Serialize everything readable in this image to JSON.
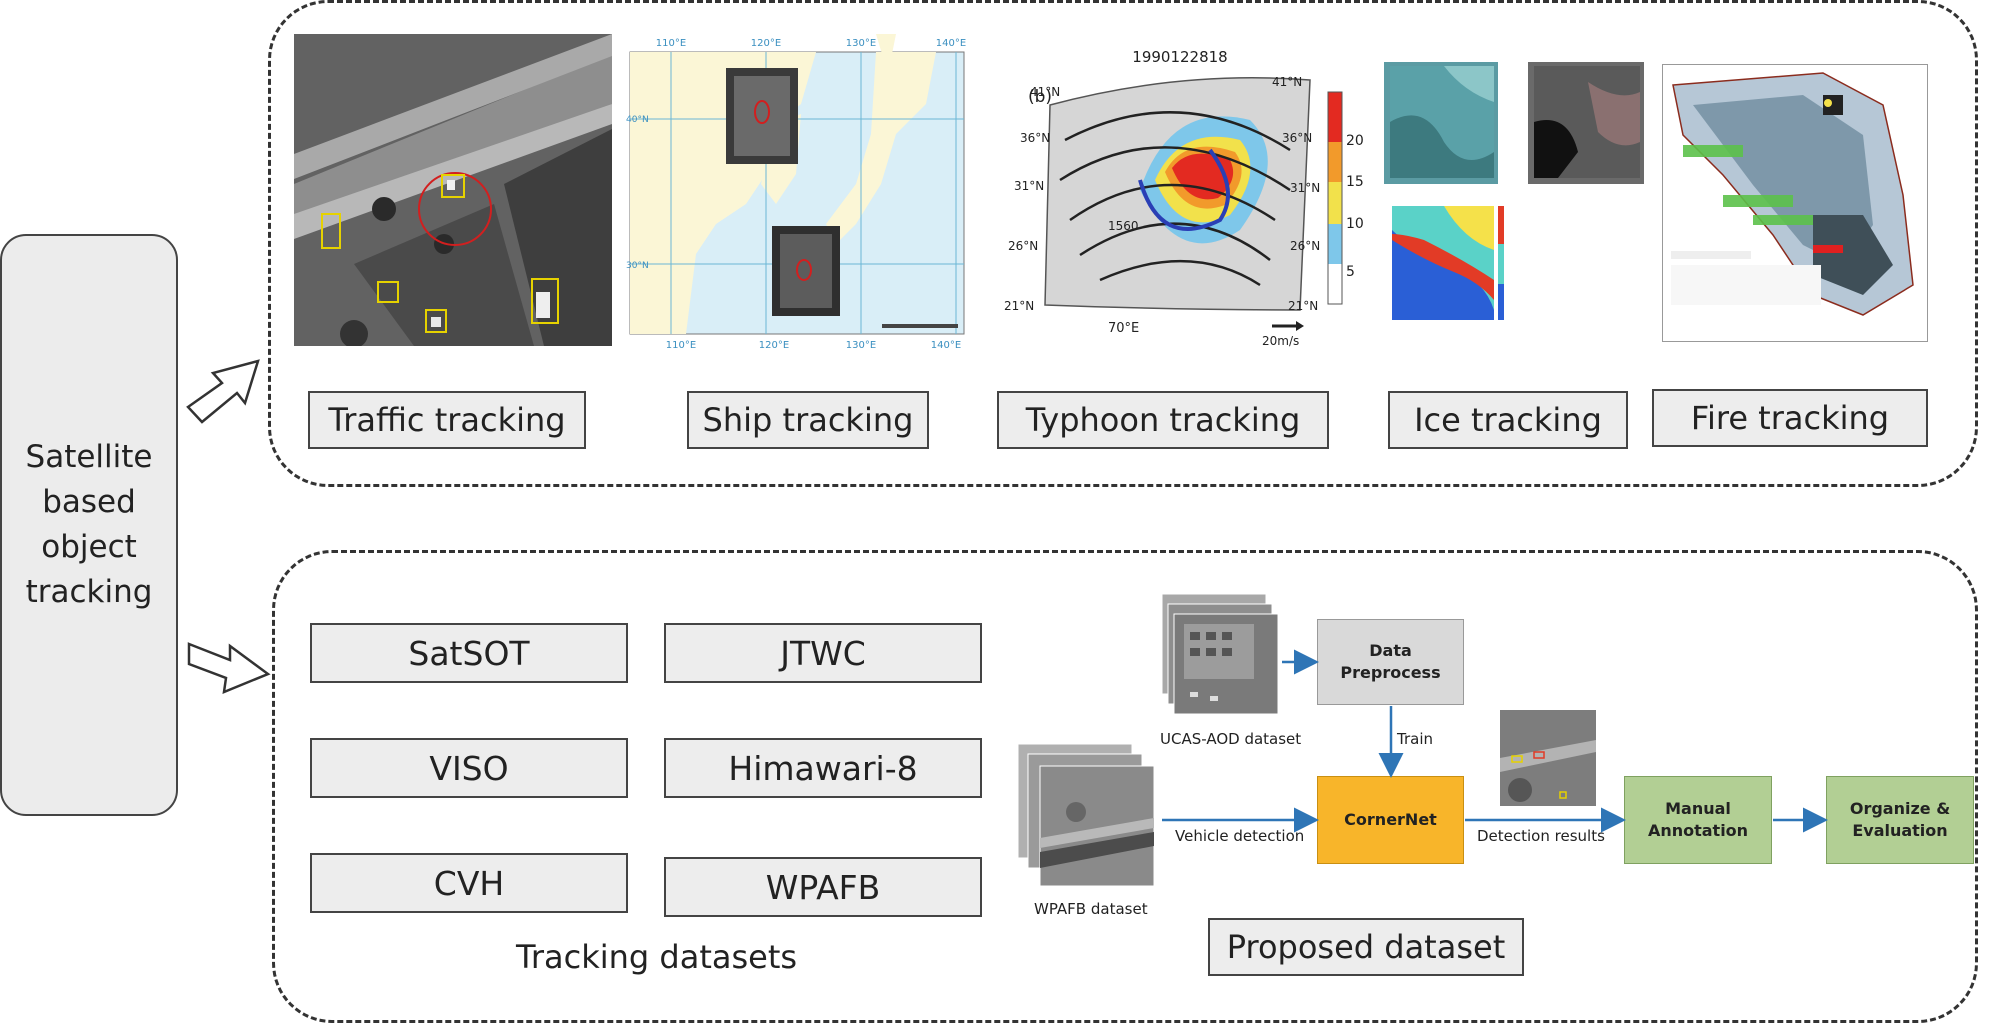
{
  "root": {
    "label": "Satellite\nbased\nobject\ntracking"
  },
  "applications": {
    "items": [
      "Traffic tracking",
      "Ship tracking",
      "Typhoon tracking",
      "Ice tracking",
      "Fire tracking"
    ],
    "typhoon_panel": {
      "id": "1990122818",
      "panel_letter": "(b)",
      "scale_text": "20m/s",
      "colorbar_ticks": [
        "20",
        "15",
        "10",
        "5"
      ],
      "lat_labels": [
        "41°N",
        "36°N",
        "31°N",
        "26°N",
        "21°N"
      ],
      "lon_label": "70°E",
      "contour_label": "1560"
    },
    "ship_panel": {
      "top_lons": [
        "110°E",
        "120°E",
        "130°E",
        "140°E"
      ],
      "bottom_lons": [
        "110°E",
        "120°E",
        "130°E",
        "140°E"
      ],
      "lat_labels": [
        "40°N",
        "30°N"
      ]
    }
  },
  "datasets": {
    "left_column": [
      "SatSOT",
      "VISO",
      "CVH"
    ],
    "right_column": [
      "JTWC",
      "Himawari-8",
      "WPAFB"
    ],
    "caption": "Tracking datasets"
  },
  "pipeline": {
    "ucas_label": "UCAS-AOD dataset",
    "wpafb_label": "WPAFB dataset",
    "data_preprocess": "Data\nPreprocess",
    "cornernet": "CornerNet",
    "manual_annotation": "Manual\nAnnotation",
    "organize": "Organize &\nEvaluation",
    "train_label": "Train",
    "vehicle_detection_label": "Vehicle detection",
    "detection_results_label": "Detection results",
    "caption": "Proposed dataset"
  },
  "colors": {
    "preprocess_fill": "#d9d9d9",
    "cornernet_fill": "#f8b52a",
    "green_fill": "#b2cf94",
    "arrow_blue": "#2e75b6"
  }
}
